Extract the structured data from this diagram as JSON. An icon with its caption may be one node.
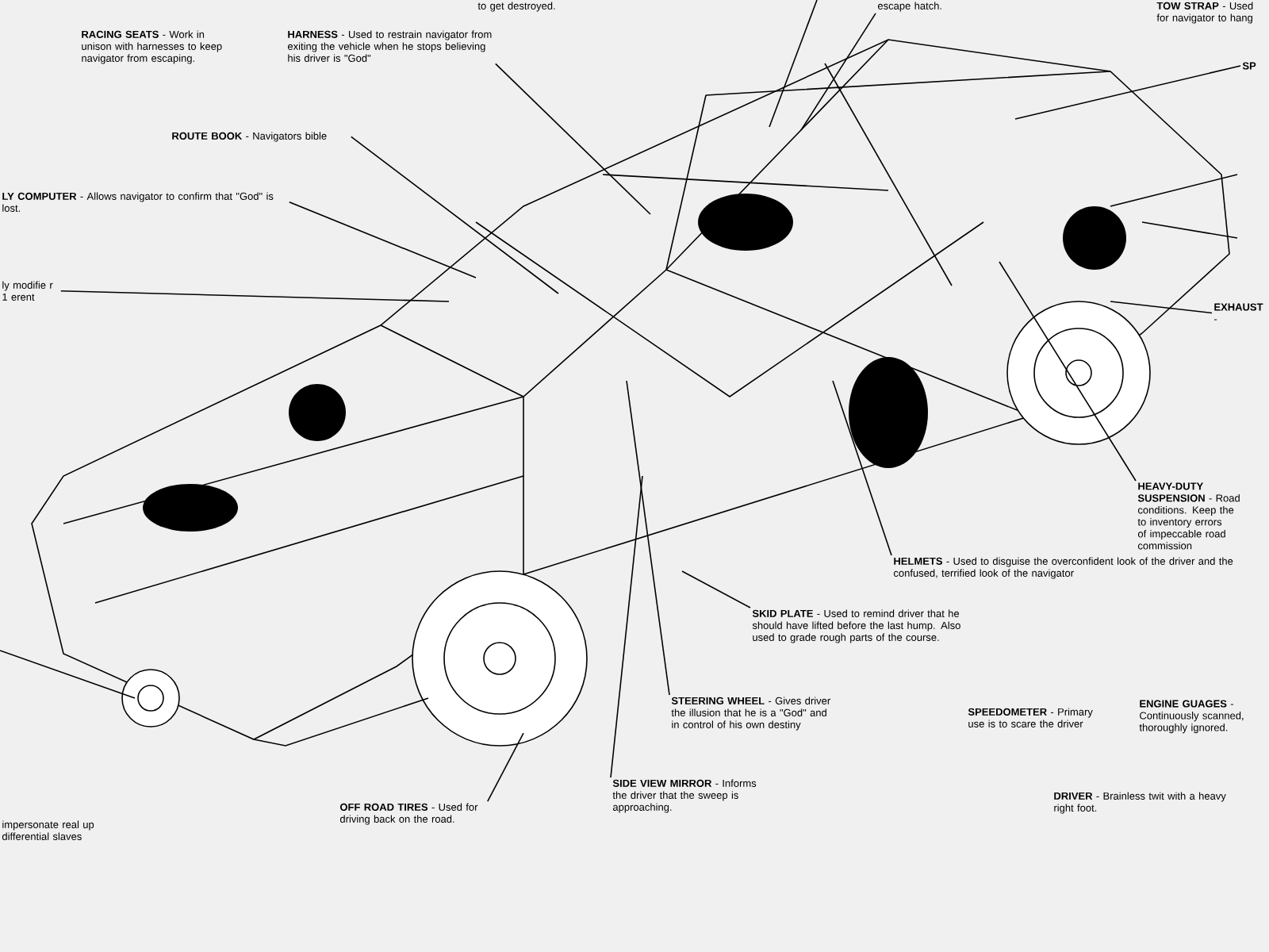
{
  "diagram": {
    "nodes": [
      {
        "text": [
          "**RACING SEATS** - Work in unison with harnesses to keep navigator from escaping."
        ]
      },
      {
        "text": [
          "**HARNESS** - Used to restrain navigator from exiting the vehicle when he stops believing his driver is \"God\""
        ]
      },
      {
        "text": [
          "**ROUTE BOOK** - Navigators bible"
        ]
      },
      {
        "text": [
          "**LY COMPUTER** - Allows navigator to confirm that \"God\" is lost."
        ]
      },
      {
        "text": [
          "ly modifie r 1 erent"
        ]
      },
      {
        "text": [
          "to get destroyed."
        ]
      },
      {
        "text": [
          "escape hatch."
        ]
      },
      {
        "text": [
          "**TOW STRAP** - Used for navigator to hang"
        ]
      },
      {
        "text": [
          "**SP**"
        ]
      },
      {
        "text": [
          "**EXHAUST** -"
        ]
      },
      {
        "text": [
          "**HEAVY-DUTY SUSPENSION** - Road conditions. Keep the to inventory errors of impeccable road commission"
        ]
      },
      {
        "text": [
          "**HELMETS** - Used to disguise the overconfident look of the driver and the confused, terrified look of the navigator"
        ]
      },
      {
        "text": [
          "**SKID PLATE** - Used to remind driver that he should have lifted before the last hump. Also used to grade rough parts of the course."
        ]
      },
      {
        "text": [
          "**STEERING WHEEL** - Gives driver the illusion that he is a \"God\" and in control of his own destiny"
        ]
      },
      {
        "text": [
          "**SIDE VIEW MIRROR** - Informs the driver that the sweep is approaching."
        ]
      },
      {
        "text": [
          "**OFF ROAD TIRES** - Used for driving back on the road."
        ]
      },
      {
        "text": [
          "impersonate real up differential slaves"
        ]
      },
      {
        "text": [
          "**SPEEDOMETER** - Primary use is to scare the driver"
        ]
      },
      {
        "text": [
          "**ENGINE GUAGES** - Continuously scanned, thoroughly ignored."
        ]
      },
      {
        "text": [
          "**DRIVER** - Brainless twit with a heavy right foot."
        ]
      }
    ],
    "edges": [
      {
        "from": 1,
        "to": null,
        "arrow": "none"
      },
      {
        "from": 2,
        "to": null,
        "arrow": "none"
      },
      {
        "from": 3,
        "to": null,
        "arrow": "none"
      },
      {
        "from": 4,
        "to": null,
        "arrow": "none"
      },
      {
        "from": 6,
        "to": null,
        "arrow": "none"
      },
      {
        "from": 8,
        "to": null,
        "arrow": "none"
      },
      {
        "from": 9,
        "to": null,
        "arrow": "none"
      },
      {
        "from": 10,
        "to": null,
        "arrow": "none"
      },
      {
        "from": 11,
        "to": null,
        "arrow": "none"
      },
      {
        "from": 12,
        "to": null,
        "arrow": "none"
      },
      {
        "from": 13,
        "to": null,
        "arrow": "none"
      },
      {
        "from": 14,
        "to": null,
        "arrow": "none"
      },
      {
        "from": 15,
        "to": null,
        "arrow": "none"
      }
    ]
  }
}
